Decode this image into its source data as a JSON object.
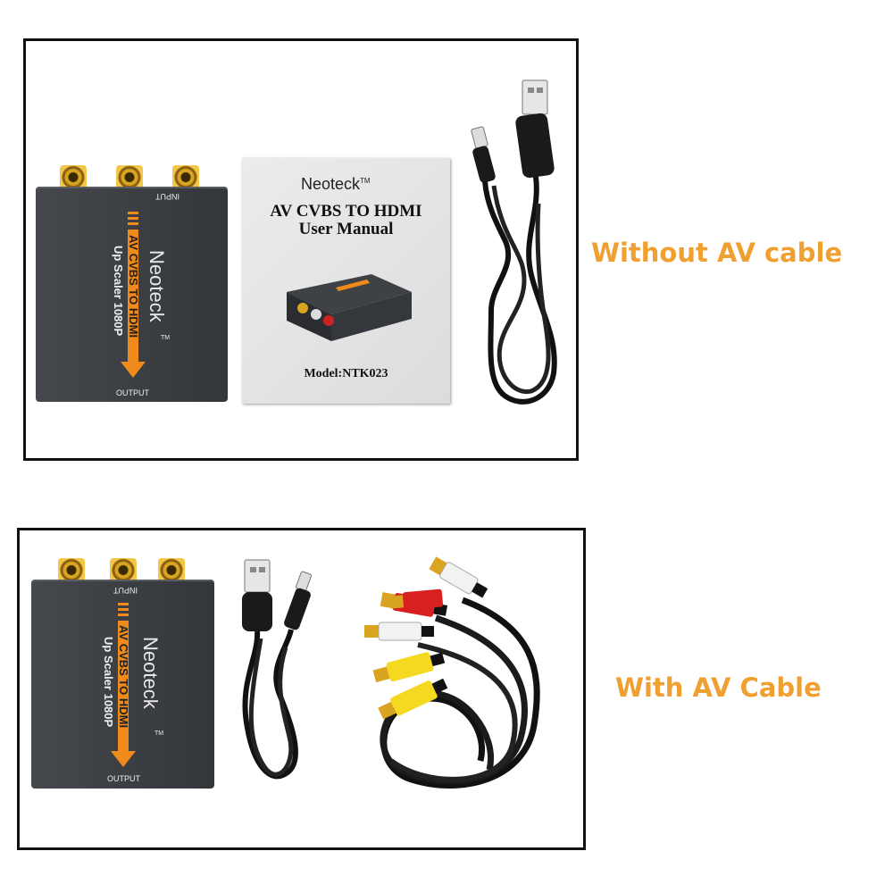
{
  "captions": {
    "top": "Without AV cable",
    "bottom": "With AV Cable"
  },
  "device": {
    "input_label": "INPUT",
    "output_label": "OUTPUT",
    "brand": "Neoteck",
    "trademark": "TM",
    "stripe_text": "AV CVBS TO HDMI",
    "sub_text": "Up Scaler 1080P"
  },
  "manual": {
    "brand": "Neoteck",
    "trademark": "TM",
    "title_line1": "AV CVBS TO HDMI",
    "title_line2": "User Manual",
    "model": "Model:NTK023"
  },
  "colors": {
    "caption": "#f0a030",
    "frame": "#111111",
    "device_body": "#3a3d42",
    "accent_orange": "#f08a1a",
    "rca_gold": "#d9a521"
  },
  "icons": {
    "usb_cable": "usb-cable-icon",
    "av_cable": "rca-av-cable-icon"
  }
}
